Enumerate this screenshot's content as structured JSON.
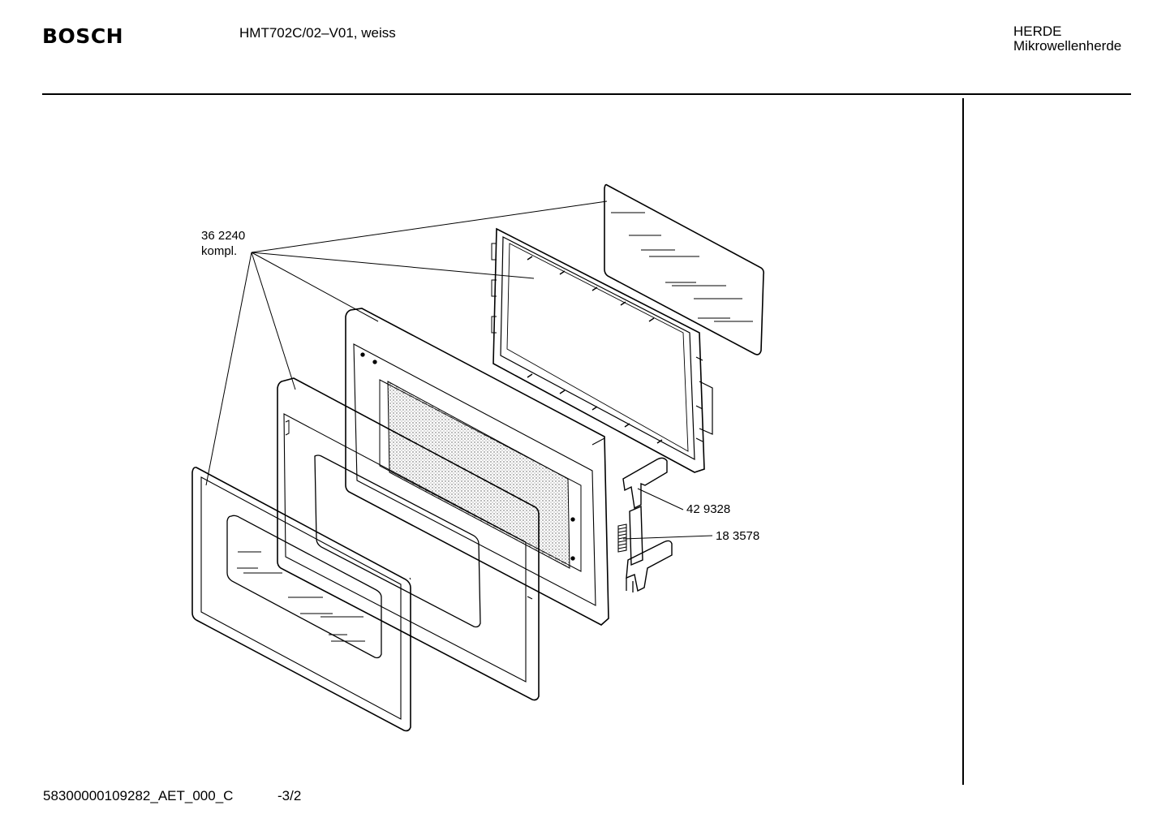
{
  "header": {
    "brand": "BOSCH",
    "model": "HMT702C/02–V01, weiss",
    "category_line1": "HERDE",
    "category_line2": "Mikrowellenherde"
  },
  "parts": {
    "door_assembly_number": "36 2240",
    "door_assembly_note": "kompl.",
    "hinge_number": "42 9328",
    "spring_number": "18 3578"
  },
  "footer": {
    "document_code": "58300000109282_AET_000_C",
    "page": "-3/2"
  }
}
